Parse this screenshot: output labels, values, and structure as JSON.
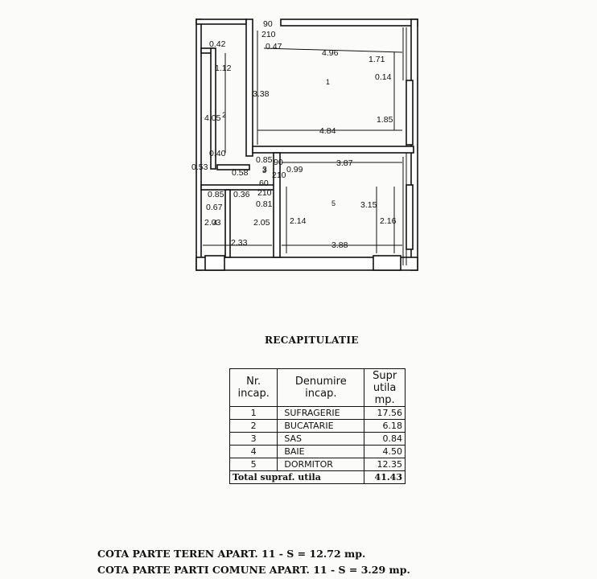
{
  "plan": {
    "dimensions": [
      "90",
      "210",
      "0.42",
      "0.47",
      "4.96",
      "1.71",
      "1.12",
      "0.14",
      "3.38",
      "4.05",
      "1.85",
      "4.84",
      "0.40",
      "0.85",
      "3",
      "90",
      "210",
      "0.99",
      "3.87",
      "0.53",
      "0.58",
      "60",
      "0.85",
      "0.36",
      "210",
      "0.67",
      "0.81",
      "2.03",
      "2.05",
      "2.14",
      "3.15",
      "2.16",
      "2.33",
      "3.88"
    ],
    "room_numbers": [
      "1",
      "2",
      "3",
      "4",
      "5"
    ]
  },
  "recap": {
    "title": "RECAPITULATIE",
    "headers": [
      "Nr. incap.",
      "Denumire incap.",
      "Supr utila mp."
    ],
    "rows": [
      {
        "nr": "1",
        "name": "SUFRAGERIE",
        "area": "17.56"
      },
      {
        "nr": "2",
        "name": "BUCATARIE",
        "area": "6.18"
      },
      {
        "nr": "3",
        "name": "SAS",
        "area": "0.84"
      },
      {
        "nr": "4",
        "name": "BAIE",
        "area": "4.50"
      },
      {
        "nr": "5",
        "name": "DORMITOR",
        "area": "12.35"
      }
    ],
    "total_label": "Total supraf. utila",
    "total_value": "41.43"
  },
  "footer": {
    "line1": "COTA PARTE TEREN APART. 11 - S = 12.72 mp.",
    "line2": "COTA PARTE PARTI COMUNE APART. 11 - S = 3.29 mp."
  }
}
